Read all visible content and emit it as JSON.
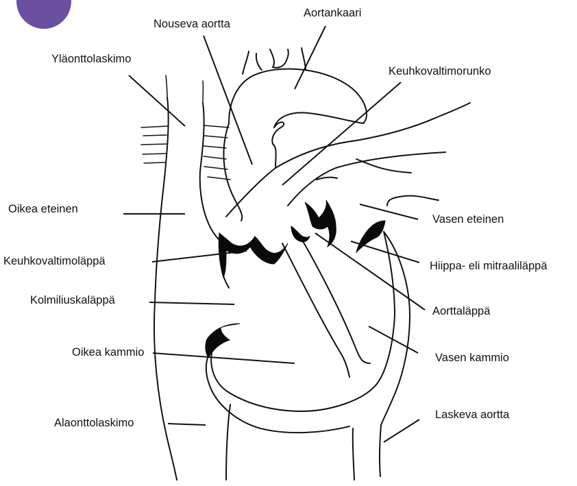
{
  "colors": {
    "badge": "#6b4fa0",
    "ink": "#111111"
  },
  "labels": {
    "nouseva_aortta": "Nouseva aortta",
    "aortankaari": "Aortankaari",
    "ylaonttolaskimo": "Yläonttolaskimo",
    "keuhkovaltimorunko": "Keuhkovaltimorunko",
    "oikea_eteinen": "Oikea eteinen",
    "vasen_eteinen": "Vasen eteinen",
    "keuhkovaltimolappa": "Keuhkovaltimoläppä",
    "mitraalilappa": "Hiippa- eli mitraaliläppä",
    "kolmiliuskalappa": "Kolmiliuskaläppä",
    "aorttalappa": "Aorttaläppä",
    "oikea_kammio": "Oikea kammio",
    "vasen_kammio": "Vasen kammio",
    "alaonttolaskimo": "Alaonttolaskimo",
    "laskeva_aortta": "Laskeva aortta"
  }
}
